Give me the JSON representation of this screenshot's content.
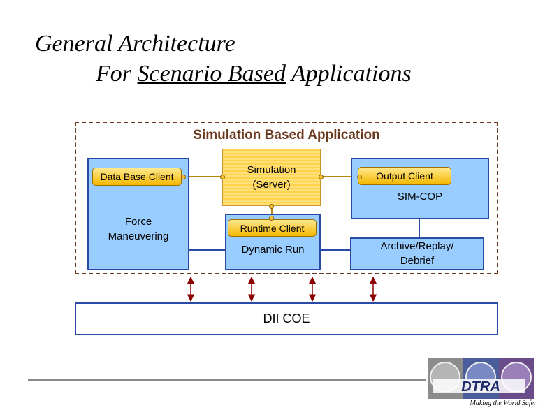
{
  "title": {
    "line1": "General Architecture",
    "line2_prefix": "For ",
    "line2_underlined": "Scenario Based",
    "line2_suffix": " Applications"
  },
  "app": {
    "title": "Simulation Based Application"
  },
  "simulation": {
    "line1": "Simulation",
    "line2": "(Server)"
  },
  "clients": {
    "database": "Data Base Client",
    "output": "Output Client",
    "runtime": "Runtime Client"
  },
  "modules": {
    "force": {
      "line1": "Force",
      "line2": "Maneuvering"
    },
    "simcop": "SIM-COP",
    "dynamic_run": "Dynamic Run",
    "archive": {
      "line1": "Archive/Replay/",
      "line2": "Debrief"
    }
  },
  "platform": {
    "label": "DII COE"
  },
  "logo": {
    "text": "DTRA",
    "tagline": "Making the World Safer"
  },
  "colors": {
    "module_fill": "#99ccff",
    "module_border": "#2a4aa8",
    "server_fill": "#ffd24a",
    "client_fill": "#f5b800",
    "app_border": "#6b3a1e",
    "arrow": "#8b0000"
  }
}
